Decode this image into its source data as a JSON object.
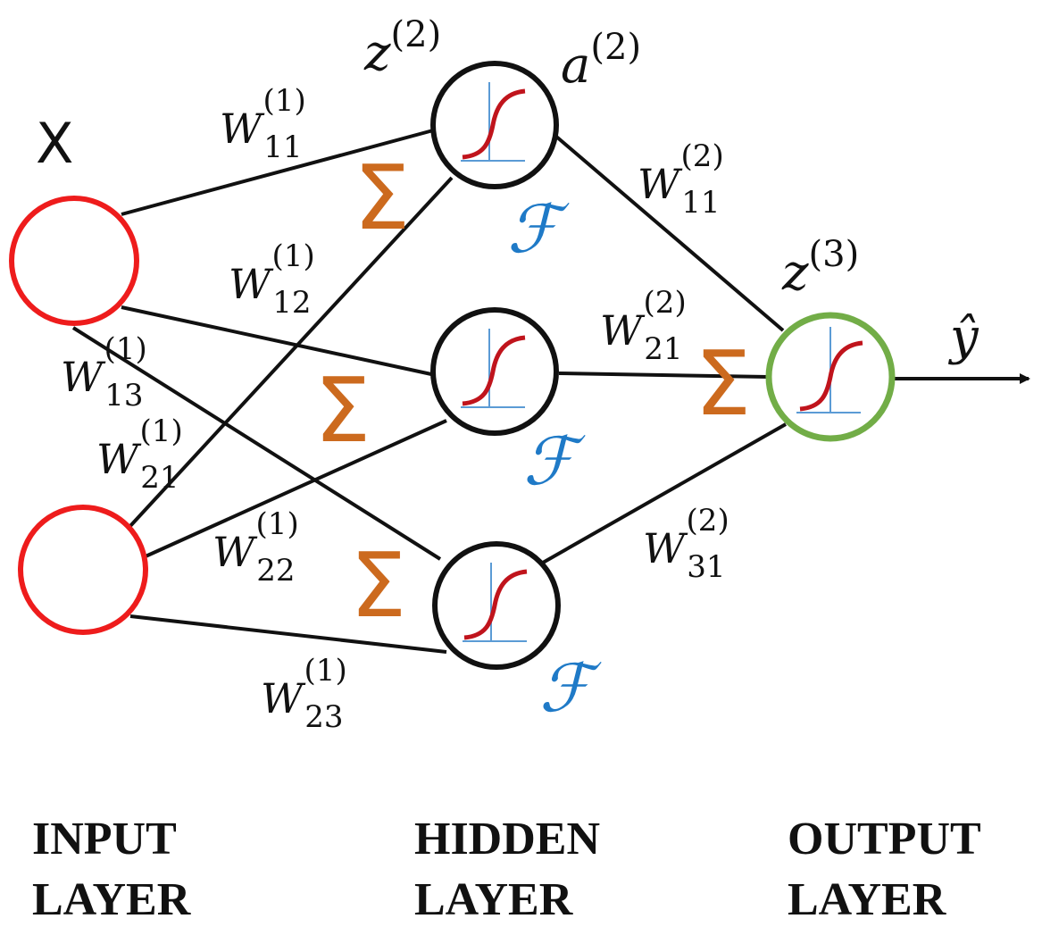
{
  "input_symbol": "X",
  "hidden_pre": {
    "base": "z",
    "sup": "(2)"
  },
  "hidden_act": {
    "base": "a",
    "sup": "(2)"
  },
  "output_pre": {
    "base": "z",
    "sup": "(3)"
  },
  "output_symbol": "ŷ",
  "sum_symbol": "Σ",
  "activation_symbol": "ℱ",
  "weights": [
    {
      "base": "W",
      "sub": "11",
      "sup": "(1)"
    },
    {
      "base": "W",
      "sub": "12",
      "sup": "(1)"
    },
    {
      "base": "W",
      "sub": "13",
      "sup": "(1)"
    },
    {
      "base": "W",
      "sub": "21",
      "sup": "(1)"
    },
    {
      "base": "W",
      "sub": "22",
      "sup": "(1)"
    },
    {
      "base": "W",
      "sub": "23",
      "sup": "(1)"
    },
    {
      "base": "W",
      "sub": "11",
      "sup": "(2)"
    },
    {
      "base": "W",
      "sub": "21",
      "sup": "(2)"
    },
    {
      "base": "W",
      "sub": "31",
      "sup": "(2)"
    }
  ],
  "layers": [
    {
      "line1": "INPUT",
      "line2": "LAYER"
    },
    {
      "line1": "HIDDEN",
      "line2": "LAYER"
    },
    {
      "line1": "OUTPUT",
      "line2": "LAYER"
    }
  ],
  "colors": {
    "input_node": "#ee1c1c",
    "hidden_node": "#111111",
    "output_node": "#72ad47",
    "sigma": "#cc6a1e",
    "activation": "#1f7ac7",
    "curve": "#c0141c",
    "axis": "#5b9bd5"
  }
}
